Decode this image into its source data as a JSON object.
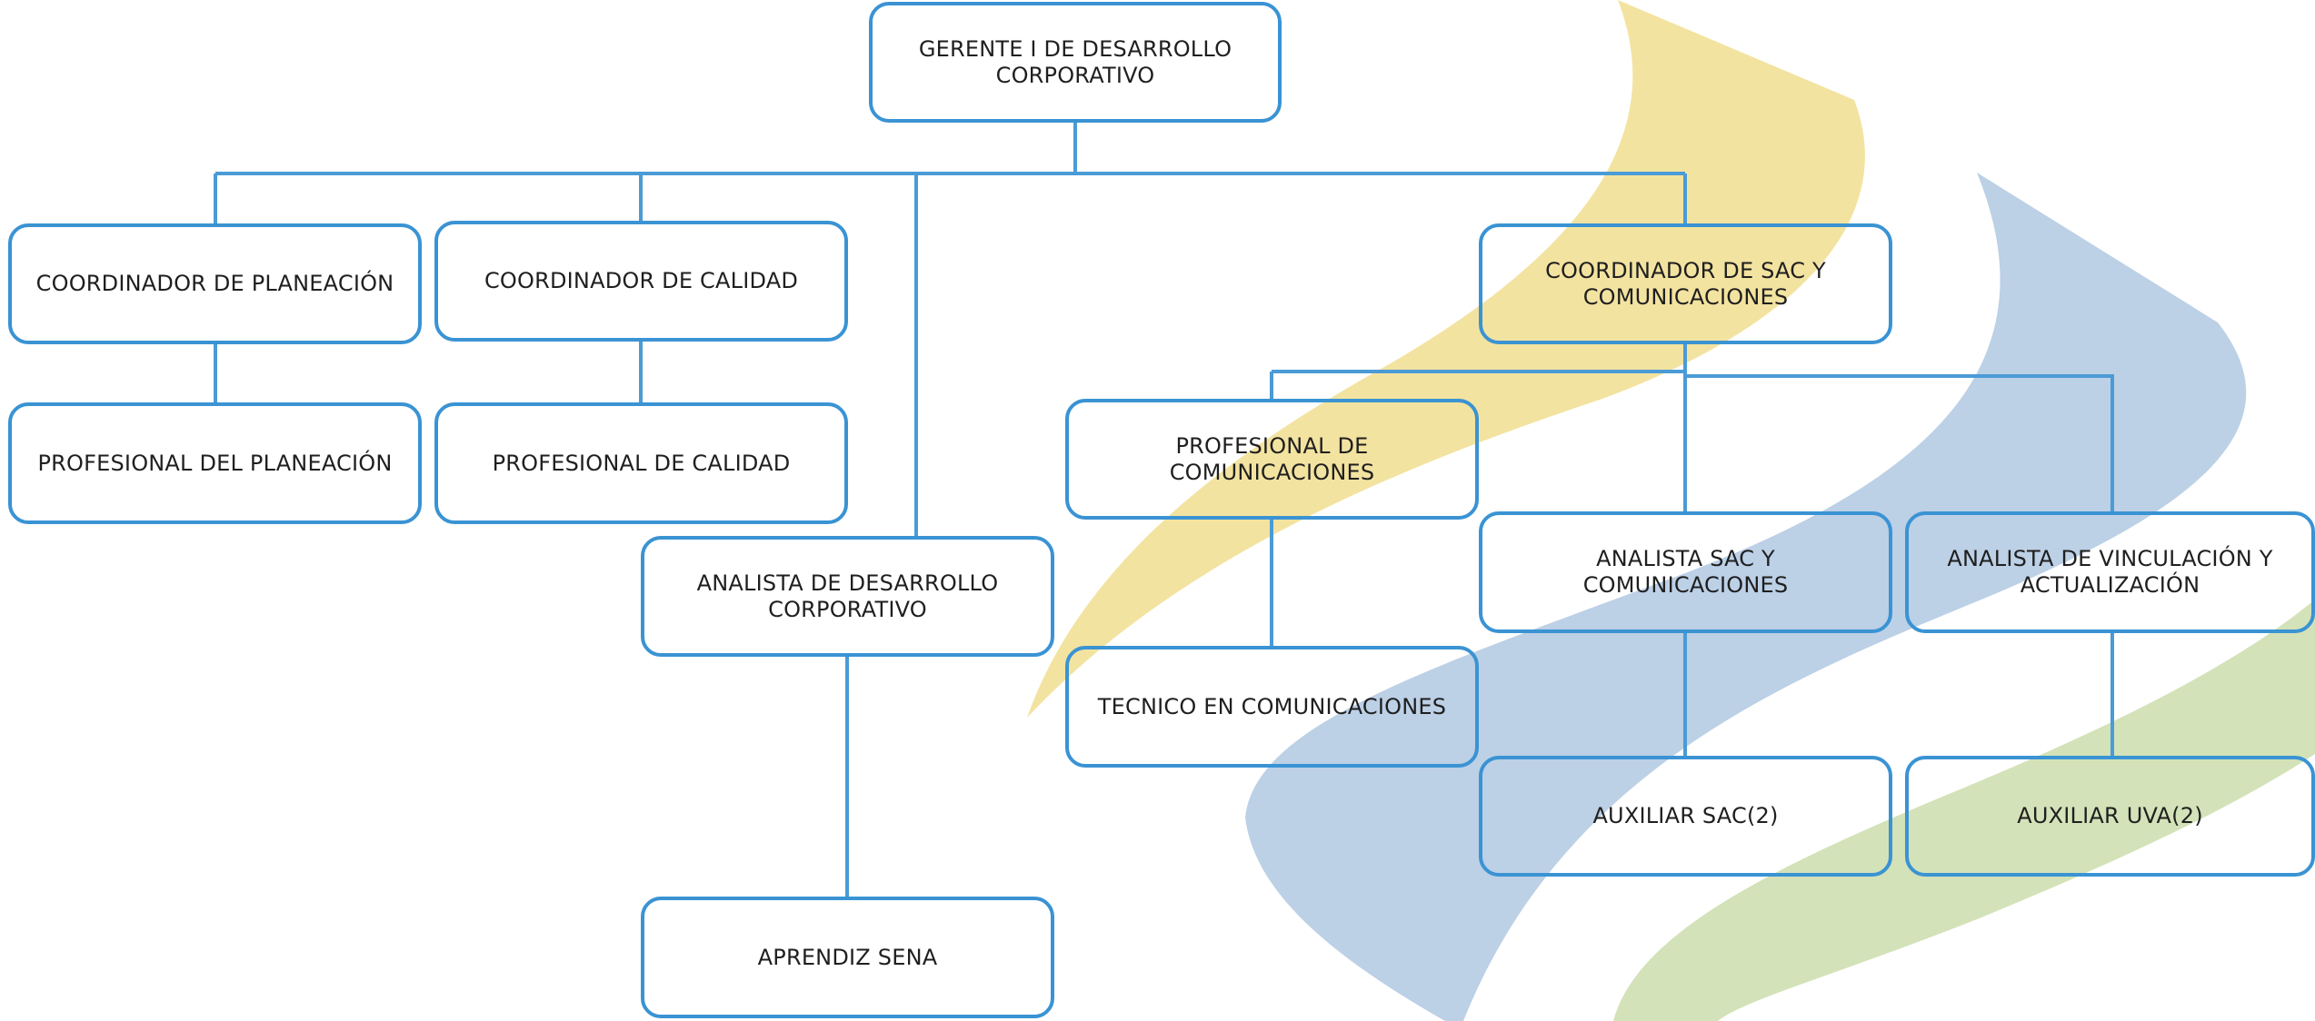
{
  "diagram": {
    "type": "org-chart",
    "colors": {
      "border": "#3a93d3",
      "connector": "#4a9bd6",
      "text": "#1f1f1f",
      "swoosh_yellow": "#f3e3a0",
      "swoosh_blue": "#bcd0e6",
      "swoosh_green": "#d3e2b8"
    },
    "nodes": {
      "gerente": "GERENTE I DE DESARROLLO CORPORATIVO",
      "coord_planeacion": "COORDINADOR DE PLANEACIÓN",
      "coord_calidad": "COORDINADOR DE CALIDAD",
      "coord_sac": "COORDINADOR DE SAC Y COMUNICACIONES",
      "prof_planeacion": "PROFESIONAL DEL PLANEACIÓN",
      "prof_calidad": "PROFESIONAL DE CALIDAD",
      "prof_comunicaciones": "PROFESIONAL DE COMUNICACIONES",
      "analista_desarrollo": "ANALISTA DE DESARROLLO CORPORATIVO",
      "analista_sac": "ANALISTA SAC Y COMUNICACIONES",
      "analista_vinculacion": "ANALISTA DE VINCULACIÓN Y ACTUALIZACIÓN",
      "tecnico_comunicaciones": "TECNICO EN COMUNICACIONES",
      "auxiliar_sac": "AUXILIAR SAC(2)",
      "auxiliar_uva": "AUXILIAR UVA(2)",
      "aprendiz_sena": "APRENDIZ SENA"
    },
    "edges": [
      [
        "gerente",
        "coord_planeacion"
      ],
      [
        "gerente",
        "coord_calidad"
      ],
      [
        "gerente",
        "analista_desarrollo"
      ],
      [
        "gerente",
        "coord_sac"
      ],
      [
        "coord_planeacion",
        "prof_planeacion"
      ],
      [
        "coord_calidad",
        "prof_calidad"
      ],
      [
        "analista_desarrollo",
        "aprendiz_sena"
      ],
      [
        "coord_sac",
        "prof_comunicaciones"
      ],
      [
        "coord_sac",
        "analista_sac"
      ],
      [
        "coord_sac",
        "analista_vinculacion"
      ],
      [
        "prof_comunicaciones",
        "tecnico_comunicaciones"
      ],
      [
        "analista_sac",
        "auxiliar_sac"
      ],
      [
        "analista_vinculacion",
        "auxiliar_uva"
      ]
    ]
  }
}
